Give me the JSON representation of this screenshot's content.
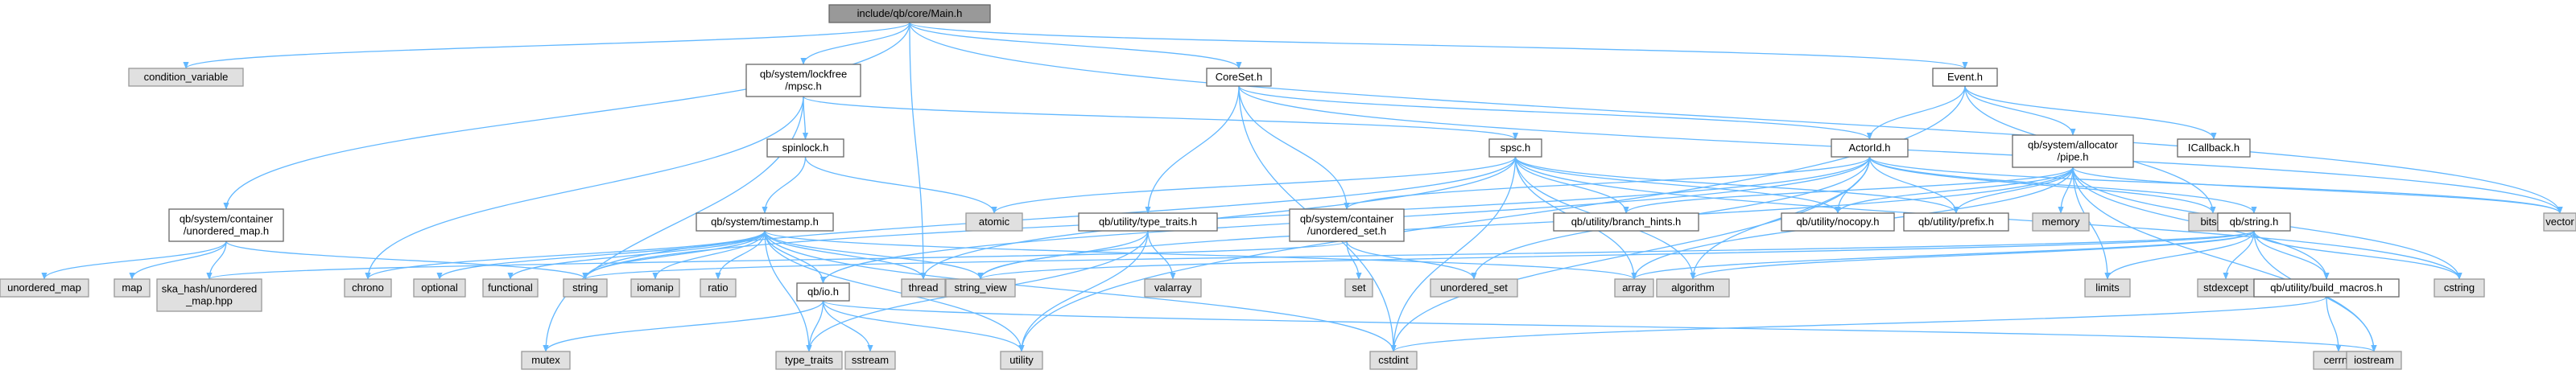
{
  "colors": {
    "edge": "#63b8ff",
    "root_fill": "#999999",
    "header_fill": "#ffffff",
    "std_fill": "#e0e0e0"
  },
  "nodes": [
    {
      "id": "main",
      "lines": [
        "include/qb/core/Main.h"
      ],
      "kind": "root"
    },
    {
      "id": "condvar",
      "lines": [
        "condition_variable"
      ],
      "kind": "std"
    },
    {
      "id": "mpsc",
      "lines": [
        "qb/system/lockfree",
        "/mpsc.h"
      ],
      "kind": "header"
    },
    {
      "id": "coreset",
      "lines": [
        "CoreSet.h"
      ],
      "kind": "header"
    },
    {
      "id": "event",
      "lines": [
        "Event.h"
      ],
      "kind": "header"
    },
    {
      "id": "spinlock",
      "lines": [
        "spinlock.h"
      ],
      "kind": "header"
    },
    {
      "id": "spsc",
      "lines": [
        "spsc.h"
      ],
      "kind": "header"
    },
    {
      "id": "actorid",
      "lines": [
        "ActorId.h"
      ],
      "kind": "header"
    },
    {
      "id": "allocpipe",
      "lines": [
        "qb/system/allocator",
        "/pipe.h"
      ],
      "kind": "header"
    },
    {
      "id": "icallback",
      "lines": [
        "ICallback.h"
      ],
      "kind": "header"
    },
    {
      "id": "unordmap_h",
      "lines": [
        "qb/system/container",
        "/unordered_map.h"
      ],
      "kind": "header"
    },
    {
      "id": "timestamp",
      "lines": [
        "qb/system/timestamp.h"
      ],
      "kind": "header"
    },
    {
      "id": "typetraits_h",
      "lines": [
        "qb/utility/type_traits.h"
      ],
      "kind": "header"
    },
    {
      "id": "unordset_h",
      "lines": [
        "qb/system/container",
        "/unordered_set.h"
      ],
      "kind": "header"
    },
    {
      "id": "branchhints",
      "lines": [
        "qb/utility/branch_hints.h"
      ],
      "kind": "header"
    },
    {
      "id": "nocopy",
      "lines": [
        "qb/utility/nocopy.h"
      ],
      "kind": "header"
    },
    {
      "id": "prefix",
      "lines": [
        "qb/utility/prefix.h"
      ],
      "kind": "header"
    },
    {
      "id": "memory",
      "lines": [
        "memory"
      ],
      "kind": "std"
    },
    {
      "id": "bitset",
      "lines": [
        "bitset"
      ],
      "kind": "std"
    },
    {
      "id": "vector",
      "lines": [
        "vector"
      ],
      "kind": "std"
    },
    {
      "id": "atomic",
      "lines": [
        "atomic"
      ],
      "kind": "std"
    },
    {
      "id": "qbstring",
      "lines": [
        "qb/string.h"
      ],
      "kind": "header"
    },
    {
      "id": "unordered_map",
      "lines": [
        "unordered_map"
      ],
      "kind": "std"
    },
    {
      "id": "map",
      "lines": [
        "map"
      ],
      "kind": "std"
    },
    {
      "id": "ska",
      "lines": [
        "ska_hash/unordered",
        "_map.hpp"
      ],
      "kind": "std"
    },
    {
      "id": "chrono",
      "lines": [
        "chrono"
      ],
      "kind": "std"
    },
    {
      "id": "optional",
      "lines": [
        "optional"
      ],
      "kind": "std"
    },
    {
      "id": "functional",
      "lines": [
        "functional"
      ],
      "kind": "std"
    },
    {
      "id": "string",
      "lines": [
        "string"
      ],
      "kind": "std"
    },
    {
      "id": "iomanip",
      "lines": [
        "iomanip"
      ],
      "kind": "std"
    },
    {
      "id": "ratio",
      "lines": [
        "ratio"
      ],
      "kind": "std"
    },
    {
      "id": "qbio",
      "lines": [
        "qb/io.h"
      ],
      "kind": "header"
    },
    {
      "id": "thread",
      "lines": [
        "thread"
      ],
      "kind": "std"
    },
    {
      "id": "string_view",
      "lines": [
        "string_view"
      ],
      "kind": "std"
    },
    {
      "id": "valarray",
      "lines": [
        "valarray"
      ],
      "kind": "std"
    },
    {
      "id": "set",
      "lines": [
        "set"
      ],
      "kind": "std"
    },
    {
      "id": "unordered_set",
      "lines": [
        "unordered_set"
      ],
      "kind": "std"
    },
    {
      "id": "array",
      "lines": [
        "array"
      ],
      "kind": "std"
    },
    {
      "id": "algorithm",
      "lines": [
        "algorithm"
      ],
      "kind": "std"
    },
    {
      "id": "limits",
      "lines": [
        "limits"
      ],
      "kind": "std"
    },
    {
      "id": "stdexcept",
      "lines": [
        "stdexcept"
      ],
      "kind": "std"
    },
    {
      "id": "buildmacros",
      "lines": [
        "qb/utility/build_macros.h"
      ],
      "kind": "header"
    },
    {
      "id": "cstring",
      "lines": [
        "cstring"
      ],
      "kind": "std"
    },
    {
      "id": "mutex",
      "lines": [
        "mutex"
      ],
      "kind": "std"
    },
    {
      "id": "type_traits",
      "lines": [
        "type_traits"
      ],
      "kind": "std"
    },
    {
      "id": "sstream",
      "lines": [
        "sstream"
      ],
      "kind": "std"
    },
    {
      "id": "utility",
      "lines": [
        "utility"
      ],
      "kind": "std"
    },
    {
      "id": "cstdint",
      "lines": [
        "cstdint"
      ],
      "kind": "std"
    },
    {
      "id": "cerrno",
      "lines": [
        "cerrno"
      ],
      "kind": "std"
    },
    {
      "id": "iostream",
      "lines": [
        "iostream"
      ],
      "kind": "std"
    }
  ],
  "edges": [
    [
      "main",
      "condvar"
    ],
    [
      "main",
      "mpsc"
    ],
    [
      "main",
      "coreset"
    ],
    [
      "main",
      "event"
    ],
    [
      "main",
      "unordmap_h"
    ],
    [
      "main",
      "thread"
    ],
    [
      "main",
      "vector"
    ],
    [
      "mpsc",
      "spinlock"
    ],
    [
      "mpsc",
      "spsc"
    ],
    [
      "mpsc",
      "chrono"
    ],
    [
      "mpsc",
      "mutex"
    ],
    [
      "spinlock",
      "atomic"
    ],
    [
      "spinlock",
      "timestamp"
    ],
    [
      "coreset",
      "actorid"
    ],
    [
      "coreset",
      "typetraits_h"
    ],
    [
      "coreset",
      "unordset_h"
    ],
    [
      "coreset",
      "cstdint"
    ],
    [
      "coreset",
      "vector"
    ],
    [
      "event",
      "actorid"
    ],
    [
      "event",
      "allocpipe"
    ],
    [
      "event",
      "icallback"
    ],
    [
      "event",
      "bitset"
    ],
    [
      "event",
      "utility"
    ],
    [
      "spsc",
      "atomic"
    ],
    [
      "spsc",
      "thread"
    ],
    [
      "spsc",
      "branchhints"
    ],
    [
      "spsc",
      "nocopy"
    ],
    [
      "spsc",
      "prefix"
    ],
    [
      "spsc",
      "array"
    ],
    [
      "spsc",
      "algorithm"
    ],
    [
      "spsc",
      "cstdint"
    ],
    [
      "spsc",
      "cstring"
    ],
    [
      "spsc",
      "string"
    ],
    [
      "actorid",
      "unordset_h"
    ],
    [
      "actorid",
      "qbio"
    ],
    [
      "actorid",
      "nocopy"
    ],
    [
      "actorid",
      "prefix"
    ],
    [
      "actorid",
      "qbstring"
    ],
    [
      "actorid",
      "string"
    ],
    [
      "actorid",
      "unordered_set"
    ],
    [
      "actorid",
      "algorithm"
    ],
    [
      "actorid",
      "cstdint"
    ],
    [
      "actorid",
      "vector"
    ],
    [
      "actorid",
      "bitset"
    ],
    [
      "allocpipe",
      "branchhints"
    ],
    [
      "allocpipe",
      "nocopy"
    ],
    [
      "allocpipe",
      "prefix"
    ],
    [
      "allocpipe",
      "memory"
    ],
    [
      "allocpipe",
      "array"
    ],
    [
      "allocpipe",
      "limits"
    ],
    [
      "allocpipe",
      "iostream"
    ],
    [
      "allocpipe",
      "cstring"
    ],
    [
      "allocpipe",
      "vector"
    ],
    [
      "allocpipe",
      "buildmacros"
    ],
    [
      "allocpipe",
      "string_view"
    ],
    [
      "unordmap_h",
      "unordered_map"
    ],
    [
      "unordmap_h",
      "map"
    ],
    [
      "unordmap_h",
      "ska"
    ],
    [
      "unordmap_h",
      "string"
    ],
    [
      "timestamp",
      "chrono"
    ],
    [
      "timestamp",
      "optional"
    ],
    [
      "timestamp",
      "functional"
    ],
    [
      "timestamp",
      "string"
    ],
    [
      "timestamp",
      "iomanip"
    ],
    [
      "timestamp",
      "ratio"
    ],
    [
      "timestamp",
      "qbio"
    ],
    [
      "timestamp",
      "thread"
    ],
    [
      "timestamp",
      "string_view"
    ],
    [
      "timestamp",
      "array"
    ],
    [
      "timestamp",
      "type_traits"
    ],
    [
      "timestamp",
      "utility"
    ],
    [
      "timestamp",
      "cstdint"
    ],
    [
      "typetraits_h",
      "string_view"
    ],
    [
      "typetraits_h",
      "valarray"
    ],
    [
      "typetraits_h",
      "type_traits"
    ],
    [
      "typetraits_h",
      "utility"
    ],
    [
      "unordset_h",
      "ska"
    ],
    [
      "unordset_h",
      "set"
    ],
    [
      "unordset_h",
      "unordered_set"
    ],
    [
      "qbstring",
      "string"
    ],
    [
      "qbstring",
      "string_view"
    ],
    [
      "qbstring",
      "array"
    ],
    [
      "qbstring",
      "algorithm"
    ],
    [
      "qbstring",
      "limits"
    ],
    [
      "qbstring",
      "stdexcept"
    ],
    [
      "qbstring",
      "buildmacros"
    ],
    [
      "qbstring",
      "cstring"
    ],
    [
      "qbstring",
      "iostream"
    ],
    [
      "buildmacros",
      "cstdint"
    ],
    [
      "buildmacros",
      "cerrno"
    ],
    [
      "qbio",
      "mutex"
    ],
    [
      "qbio",
      "type_traits"
    ],
    [
      "qbio",
      "sstream"
    ],
    [
      "qbio",
      "utility"
    ],
    [
      "qbio",
      "iostream"
    ]
  ]
}
